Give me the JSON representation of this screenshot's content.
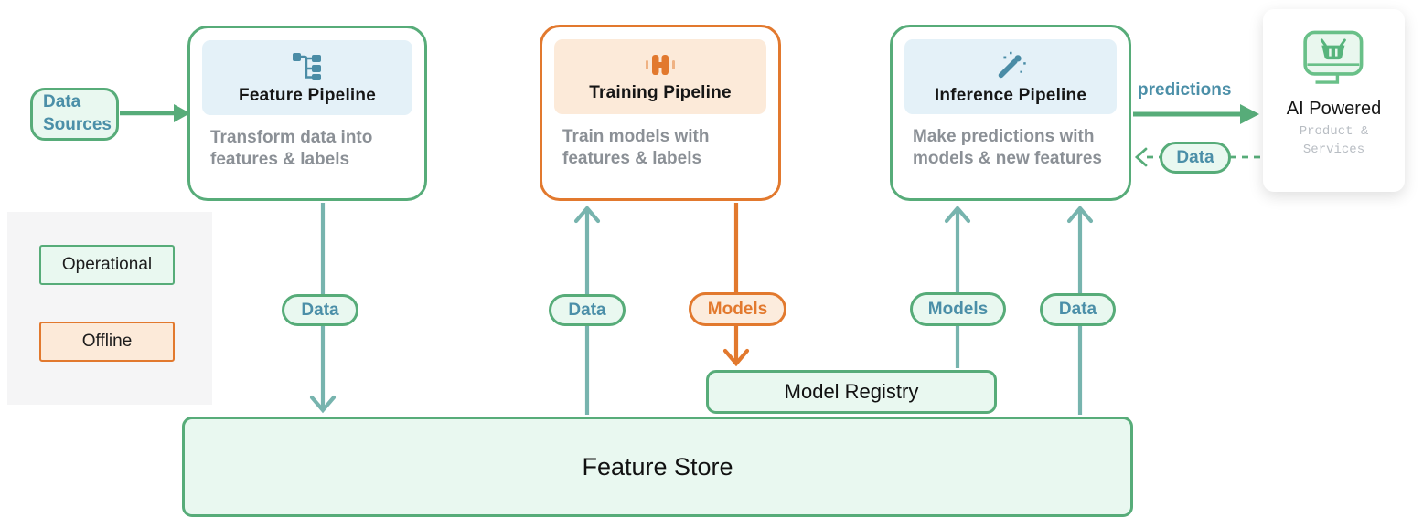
{
  "diagram": {
    "colors": {
      "green": "#57ac79",
      "mint_fill": "#e9f8f0",
      "teal_text": "#4b8fa8",
      "teal_arrow": "#77b4ae",
      "orange": "#e2792e",
      "peach_fill": "#fcead9",
      "header_blue_fill": "#e4f1f8",
      "gray_text": "#8b9096"
    },
    "data_sources": {
      "label": "Data Sources"
    },
    "pipelines": [
      {
        "title": "Feature Pipeline",
        "description": "Transform data into features & labels",
        "icon": "tree-icon",
        "theme": "green"
      },
      {
        "title": "Training Pipeline",
        "description": "Train models with features & labels",
        "icon": "dumbbell-icon",
        "theme": "orange"
      },
      {
        "title": "Inference Pipeline",
        "description": "Make predictions with models & new features",
        "icon": "wand-icon",
        "theme": "green"
      }
    ],
    "ai_product": {
      "title": "AI Powered",
      "subtitle": "Product & Services",
      "icon": "monitor-basket-icon"
    },
    "flows": {
      "predictions_label": "predictions",
      "pill_feature_to_store": "Data",
      "pill_store_to_training": "Data",
      "pill_training_to_registry": "Models",
      "pill_registry_to_inference": "Models",
      "pill_store_to_inference": "Data",
      "pill_product_to_inference": "Data"
    },
    "model_registry": {
      "label": "Model Registry"
    },
    "feature_store": {
      "label": "Feature Store"
    },
    "legend": {
      "operational_label": "Operational",
      "offline_label": "Offline"
    }
  }
}
